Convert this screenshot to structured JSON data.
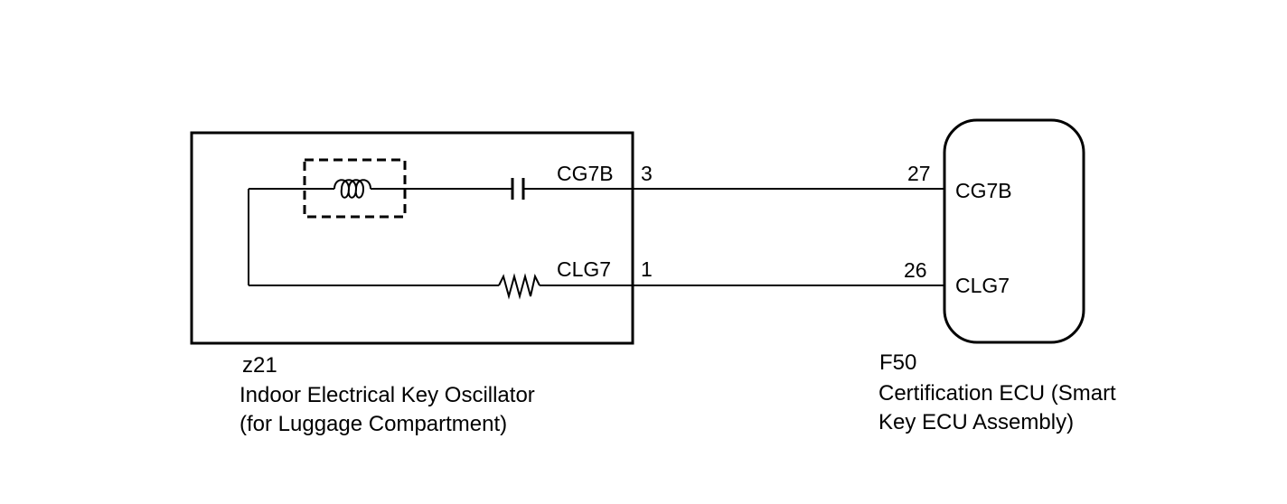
{
  "oscillator": {
    "code": "z21",
    "name_line1": "Indoor Electrical Key Oscillator",
    "name_line2": "(for Luggage Compartment)",
    "pins": [
      {
        "name": "CG7B",
        "number": "3"
      },
      {
        "name": "CLG7",
        "number": "1"
      }
    ]
  },
  "ecu": {
    "code": "F50",
    "name_line1": "Certification ECU (Smart",
    "name_line2": "Key ECU Assembly)",
    "pins": [
      {
        "name": "CG7B",
        "number": "27"
      },
      {
        "name": "CLG7",
        "number": "26"
      }
    ]
  }
}
